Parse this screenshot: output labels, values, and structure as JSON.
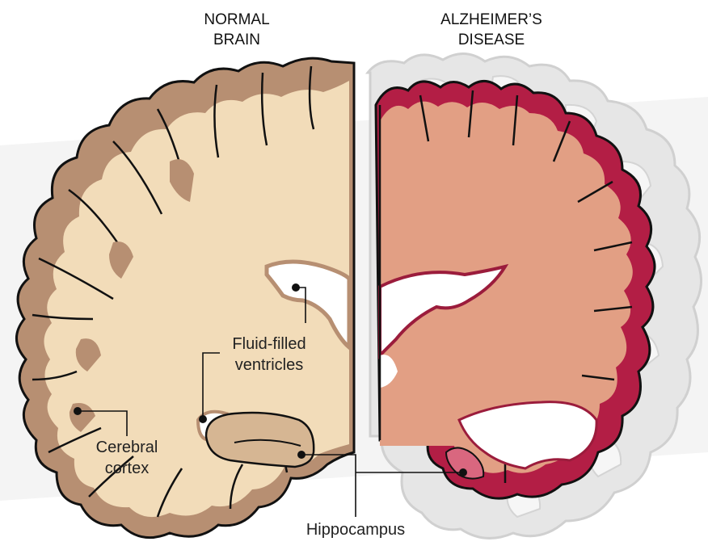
{
  "titles": {
    "normal": [
      "NORMAL",
      "BRAIN"
    ],
    "alzheimers": [
      "ALZHEIMER’S",
      "DISEASE"
    ]
  },
  "labels": {
    "ventricles": [
      "Fluid-filled",
      "ventricles"
    ],
    "cortex": [
      "Cerebral",
      "cortex"
    ],
    "hippocampus": "Hippocampus"
  },
  "colors": {
    "normal_cortex": "#b78f72",
    "normal_white_matter": "#f2dcb9",
    "normal_hippocampus": "#d6b693",
    "ad_cortex": "#b31e45",
    "ad_white_matter": "#e29f84",
    "ad_ghost_outline": "#d9d9d9",
    "ventricle": "#ffffff",
    "outline": "#111111",
    "background_band": "#f1f1f1"
  }
}
